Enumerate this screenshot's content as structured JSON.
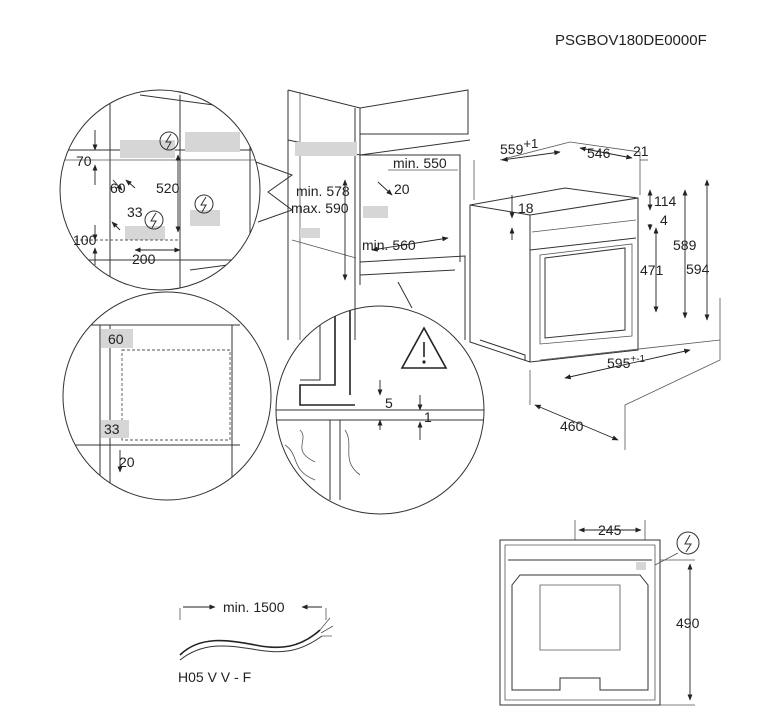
{
  "model_code": "PSGBOV180DE0000F",
  "detail_top": {
    "dim_70": "70",
    "dim_60": "60",
    "dim_520": "520",
    "dim_33": "33",
    "dim_100": "100",
    "dim_200": "200"
  },
  "detail_bottom": {
    "dim_60": "60",
    "dim_33": "33",
    "dim_20": "20"
  },
  "cabinet": {
    "min_550": "min. 550",
    "min_578": "min. 578",
    "max_590": "max. 590",
    "dim_20": "20",
    "min_560": "min. 560"
  },
  "detail_floor": {
    "dim_5": "5",
    "dim_1": "1"
  },
  "oven": {
    "dim_559": "559",
    "dim_559_tol": "+1",
    "dim_546": "546",
    "dim_21": "21",
    "dim_18": "18",
    "dim_114": "114",
    "dim_4": "4",
    "dim_471": "471",
    "dim_589": "589",
    "dim_594": "594",
    "dim_595": "595",
    "dim_595_tol": "+-1",
    "dim_460": "460"
  },
  "cable": {
    "min_1500": "min. 1500",
    "type": "H05 V V - F"
  },
  "rear": {
    "dim_245": "245",
    "dim_490": "490"
  },
  "icons": {
    "electric": "lightning-bolt-in-circle",
    "warning": "exclamation-triangle"
  }
}
